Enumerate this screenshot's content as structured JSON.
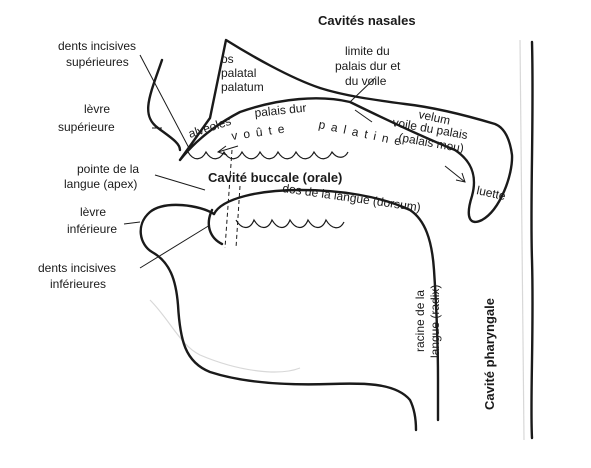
{
  "diagram": {
    "title_nasal": "Cavités nasales",
    "title_buccal": "Cavité buccale (orale)",
    "title_pharyngeal": "Cavité pharyngale",
    "labels": {
      "dents_sup_1": "dents incisives",
      "dents_sup_2": "supérieures",
      "levre_sup_1": "lèvre",
      "levre_sup_2": "supérieure",
      "pointe_1": "pointe de la",
      "pointe_2": "langue (apex)",
      "levre_inf_1": "lèvre",
      "levre_inf_2": "inférieure",
      "dents_inf_1": "dents incisives",
      "dents_inf_2": "inférieures",
      "os_1": "os",
      "os_2": "palatal",
      "os_3": "palatum",
      "alveoles": "alvéoles",
      "palais_dur": "palais dur",
      "voute": "voûte",
      "palatine": "palatine",
      "limite_1": "limite du",
      "limite_2": "palais dur et",
      "limite_3": "du voile",
      "velum": "velum",
      "voile_1": "voile du palais",
      "voile_2": "(palais mou)",
      "luette": "luette",
      "dos": "dos de la langue (dorsum)",
      "racine_1": "racine de la",
      "racine_2": "langue (radix)"
    }
  }
}
